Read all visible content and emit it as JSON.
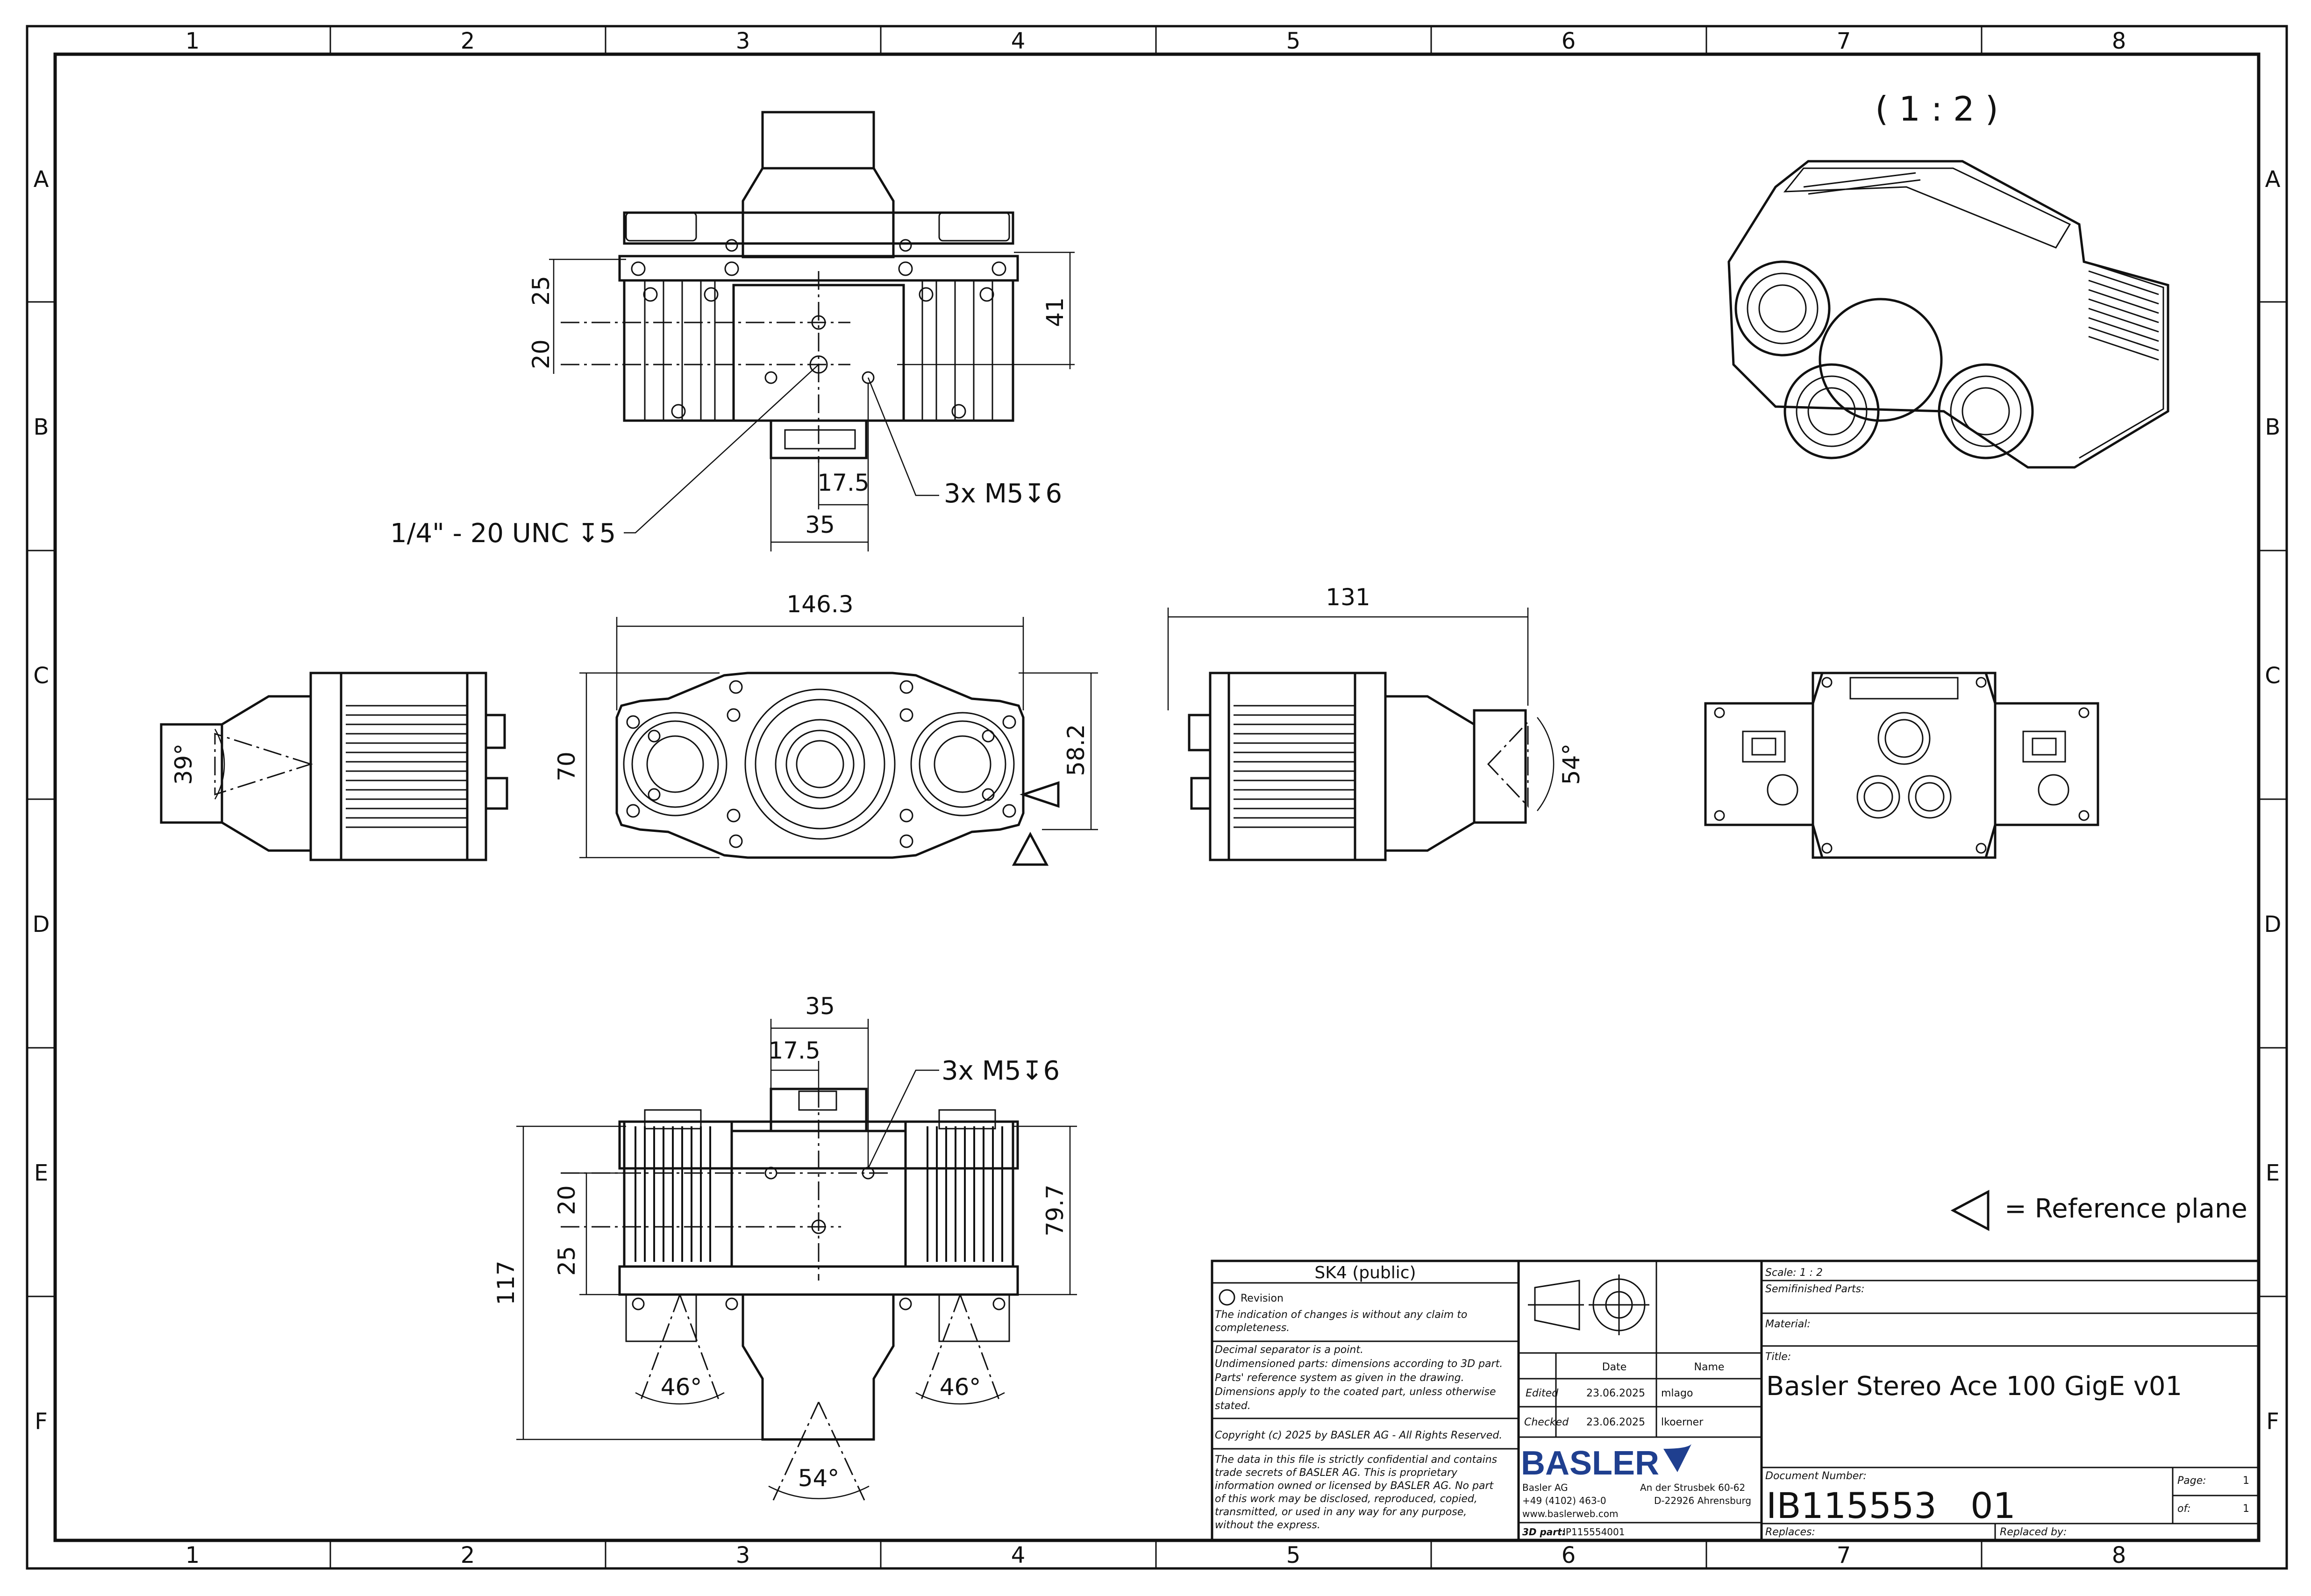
{
  "frame": {
    "columns": [
      "1",
      "2",
      "3",
      "4",
      "5",
      "6",
      "7",
      "8"
    ],
    "rows": [
      "A",
      "B",
      "C",
      "D",
      "E",
      "F"
    ]
  },
  "scale_view": "( 1 : 2 )",
  "reference_legend": "= Reference plane",
  "dims": {
    "top_25": "25",
    "top_20": "20",
    "top_41": "41",
    "top_17_5": "17.5",
    "top_35": "35",
    "top_thread": "1/4\" - 20 UNC ↧5",
    "top_holes": "3x M5↧6",
    "front_146_3": "146.3",
    "front_70": "70",
    "front_58_2": "58.2",
    "left_39": "39°",
    "right_131": "131",
    "right_54": "54°",
    "bottom_35": "35",
    "bottom_17_5": "17.5",
    "bottom_holes": "3x M5↧6",
    "bottom_20": "20",
    "bottom_25": "25",
    "bottom_117": "117",
    "bottom_79_7": "79.7",
    "angle_46_left": "46°",
    "angle_46_right": "46°",
    "angle_54": "54°"
  },
  "title_block": {
    "sk4": "SK4 (public)",
    "revision_label": "Revision",
    "revision_text_1": "The indication of changes is without any claim to",
    "revision_text_2": "completeness.",
    "decimal_1": "Decimal separator is a point.",
    "decimal_2": "Undimensioned parts: dimensions according to 3D part.",
    "decimal_3": "Parts' reference system as given in the drawing.",
    "decimal_4": "Dimensions apply to the coated part, unless otherwise",
    "decimal_5": "stated.",
    "copyright": "Copyright (c) 2025 by BASLER AG - All Rights Reserved.",
    "conf_1": "The data in this file is strictly confidential and contains",
    "conf_2": "trade secrets of BASLER AG. This is proprietary",
    "conf_3": "information owned or licensed by BASLER AG. No part",
    "conf_4": "of this work may be disclosed, reproduced, copied,",
    "conf_5": "transmitted, or used in any way for any purpose,",
    "conf_6": "without the express.",
    "date_header": "Date",
    "name_header": "Name",
    "edited_label": "Edited",
    "edited_date": "23.06.2025",
    "edited_name": "mlago",
    "checked_label": "Checked",
    "checked_date": "23.06.2025",
    "checked_name": "lkoerner",
    "logo": "BASLER",
    "company": "Basler AG",
    "address_1": "An der Strusbek 60-62",
    "phone": "+49 (4102) 463-0",
    "address_2": "D-22926 Ahrensburg",
    "web": "www.baslerweb.com",
    "part_3d_label": "3D part:",
    "part_3d_value": "IP115554001",
    "scale_label": "Scale: 1 : 2",
    "semifinished_label": "Semifinished Parts:",
    "material_label": "Material:",
    "title_label": "Title:",
    "title": "Basler Stereo Ace 100 GigE v01",
    "docnum_label": "Document Number:",
    "docnum": "IB115553   01",
    "page_label": "Page:",
    "page_value": "1",
    "of_label": "of:",
    "of_value": "1",
    "replaces_label": "Replaces:",
    "replaced_by_label": "Replaced by:"
  },
  "colors": {
    "ink": "#111111",
    "paper": "#ffffff",
    "logo_blue": "#1f3f8f"
  }
}
